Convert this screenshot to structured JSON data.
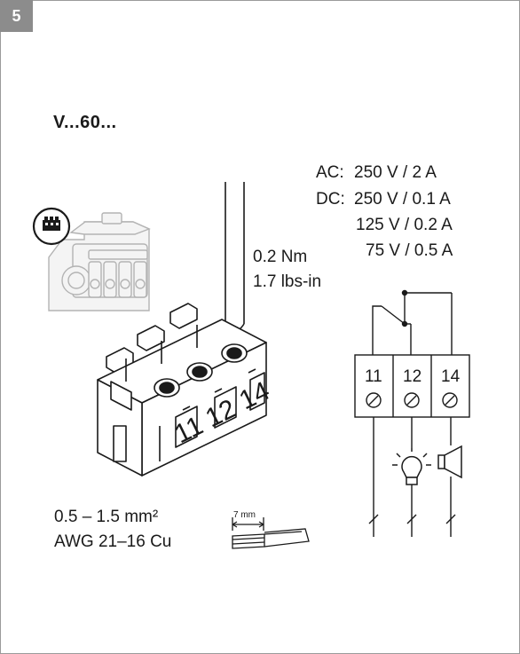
{
  "step": "5",
  "model": "V...60...",
  "ratings": {
    "ac_label": "AC:",
    "ac_value": "250 V / 2 A",
    "dc_label": "DC:",
    "dc_value_1": "250 V / 0.1 A",
    "dc_value_2": "125 V / 0.2 A",
    "dc_value_3": "75 V / 0.5 A"
  },
  "torque": {
    "nm": "0.2 Nm",
    "lbs": "1.7 lbs-in"
  },
  "wire": {
    "section": "0.5 – 1.5 mm²",
    "awg": "AWG 21–16 Cu",
    "strip_length": "7 mm"
  },
  "terminals": [
    "11",
    "12",
    "14"
  ],
  "block_numbers": [
    "11",
    "12",
    "14"
  ],
  "icons": {
    "lamp": "lamp-icon",
    "horn": "horn-icon",
    "screwdriver": "screwdriver-icon"
  }
}
